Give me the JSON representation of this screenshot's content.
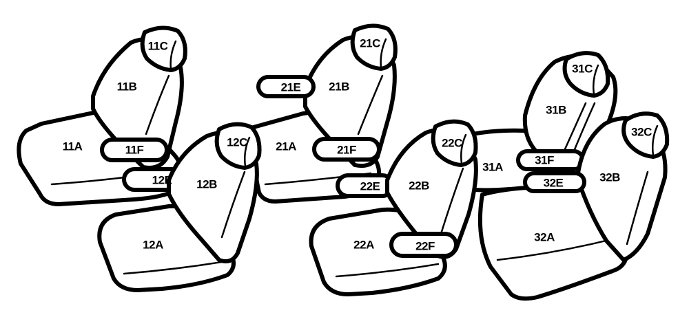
{
  "seats": {
    "front_left": {
      "cushion": "11A",
      "backrest": "11B",
      "headrest": "11C",
      "armrest": "11F"
    },
    "front_right": {
      "cushion": "12A",
      "backrest": "12B",
      "headrest": "12C",
      "armrest": "12E"
    },
    "second_left": {
      "cushion": "21A",
      "backrest": "21B",
      "headrest": "21C",
      "armrest_outer": "21E",
      "armrest_inner": "21F"
    },
    "second_right": {
      "cushion": "22A",
      "backrest": "22B",
      "headrest": "22C",
      "armrest_outer": "22E",
      "armrest_inner": "22F"
    },
    "third_left": {
      "cushion": "31A",
      "backrest": "31B",
      "headrest": "31C",
      "armrest": "31F"
    },
    "third_right": {
      "cushion": "32A",
      "backrest": "32B",
      "headrest": "32C",
      "armrest": "32E"
    }
  },
  "colors": {
    "line": "#000000",
    "fill": "#ffffff"
  }
}
